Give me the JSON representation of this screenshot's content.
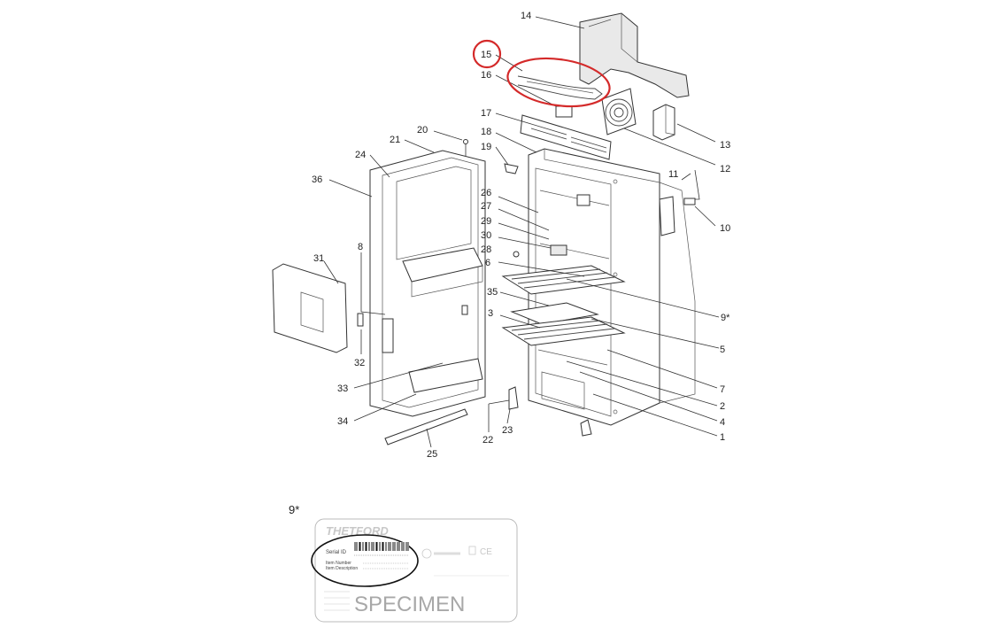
{
  "callouts": [
    {
      "id": "14",
      "text": "14"
    },
    {
      "id": "15",
      "text": "15"
    },
    {
      "id": "16",
      "text": "16"
    },
    {
      "id": "17",
      "text": "17"
    },
    {
      "id": "18",
      "text": "18"
    },
    {
      "id": "19",
      "text": "19"
    },
    {
      "id": "20",
      "text": "20"
    },
    {
      "id": "21",
      "text": "21"
    },
    {
      "id": "24",
      "text": "24"
    },
    {
      "id": "36",
      "text": "36"
    },
    {
      "id": "13",
      "text": "13"
    },
    {
      "id": "12",
      "text": "12"
    },
    {
      "id": "11",
      "text": "11"
    },
    {
      "id": "10",
      "text": "10"
    },
    {
      "id": "26",
      "text": "26"
    },
    {
      "id": "27",
      "text": "27"
    },
    {
      "id": "29",
      "text": "29"
    },
    {
      "id": "30",
      "text": "30"
    },
    {
      "id": "28",
      "text": "28"
    },
    {
      "id": "6",
      "text": "6"
    },
    {
      "id": "8",
      "text": "8"
    },
    {
      "id": "31",
      "text": "31"
    },
    {
      "id": "35",
      "text": "35"
    },
    {
      "id": "9s",
      "text": "9*"
    },
    {
      "id": "3",
      "text": "3"
    },
    {
      "id": "5",
      "text": "5"
    },
    {
      "id": "32",
      "text": "32"
    },
    {
      "id": "7",
      "text": "7"
    },
    {
      "id": "33",
      "text": "33"
    },
    {
      "id": "2",
      "text": "2"
    },
    {
      "id": "4",
      "text": "4"
    },
    {
      "id": "34",
      "text": "34"
    },
    {
      "id": "1",
      "text": "1"
    },
    {
      "id": "22",
      "text": "22"
    },
    {
      "id": "23",
      "text": "23"
    },
    {
      "id": "25",
      "text": "25"
    }
  ],
  "highlight": {
    "callout": "15",
    "color": "#d42a2a"
  },
  "serial_tag": {
    "ref": "9*",
    "brand": "THETFORD",
    "serial_label": "Serial ID",
    "item_number_label": "Item Number",
    "item_description_label": "Item Description",
    "watermark": "SPECIMEN",
    "ce_mark": "CE"
  }
}
